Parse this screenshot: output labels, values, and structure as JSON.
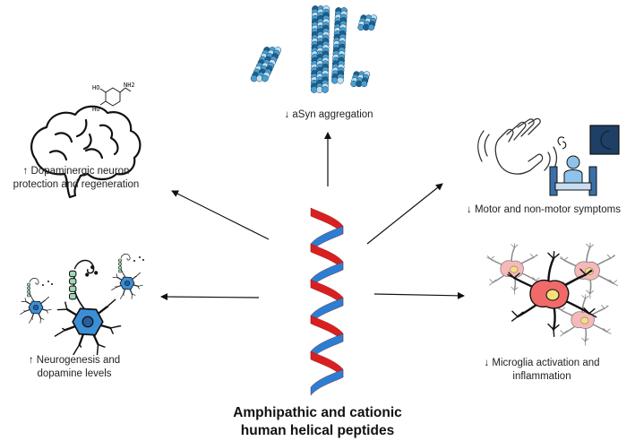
{
  "center": {
    "title_line1": "Amphipathic and cationic",
    "title_line2": "human helical peptides"
  },
  "effects": {
    "asyn": "↓ aSyn aggregation",
    "dopaminergic_line1": "↑ Dopaminergic neuron",
    "dopaminergic_line2": "protection and regeneration",
    "motor": "↓ Motor and non-motor symptoms",
    "neurogenesis_line1": "↑ Neurogenesis and",
    "neurogenesis_line2": "dopamine levels",
    "microglia_line1": "↓ Microglia activation and",
    "microglia_line2": "inflammation"
  },
  "chemistry": {
    "ho_top": "HO",
    "nh2": "NH2",
    "ho_bottom": "HO"
  },
  "colors": {
    "helix_red": "#d92020",
    "helix_blue": "#2a7fd4",
    "fibril_dark": "#1f5f8b",
    "fibril_mid": "#4a9fd0",
    "fibril_light": "#bfe0f3",
    "neuron_blue": "#3b8fd6",
    "neuron_green": "#9fd8b5",
    "microglia_red": "#f06a6a",
    "microglia_pink": "#f6b8b8",
    "nucleus_yellow": "#f6e07a",
    "moon_box": "#1e3f66",
    "person_blue": "#8fc4ea",
    "arrow": "#111111"
  }
}
